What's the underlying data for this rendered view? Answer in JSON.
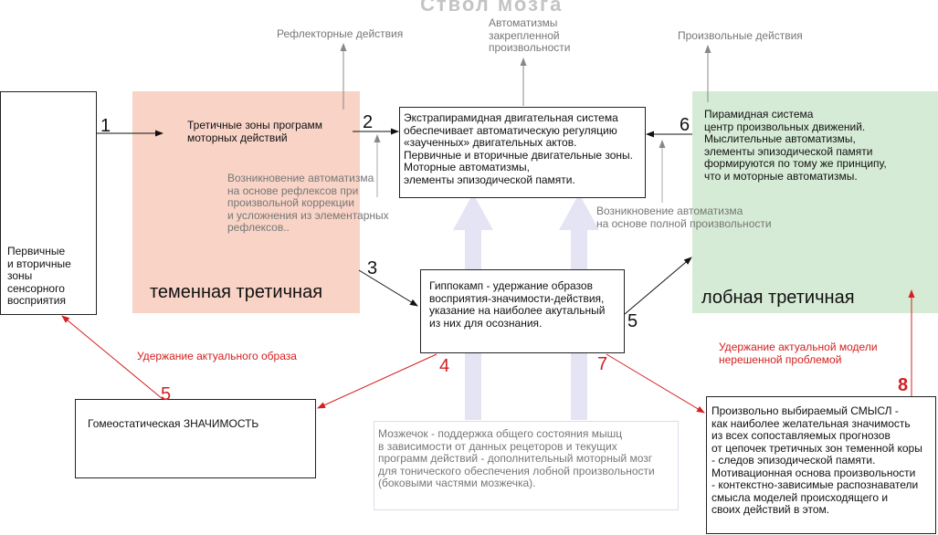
{
  "top_title": "Ствол мозга",
  "labels": {
    "reflex_actions": "Рефлекторные действия",
    "automatisms": "Автоматизмы\nзакрепленной\nпроизвольности",
    "voluntary_actions": "Произвольные действия",
    "auto_reflex": "Возникновение автоматизма\nна основе рефлексов при\nпроизвольной коррекции\nи усложнения из элементарных\nрефлексов..",
    "auto_full": "Возникновение автоматизма\nна основе полной произвольности",
    "hold_image": "Удержание актуального образа",
    "hold_model": "Удержание актуальной модели\nнерешенной проблемой"
  },
  "boxes": {
    "sensory": "Первичные\nи вторичные\nзоны\nсенсорного\nвосприятия",
    "parietal_text": "Третичные зоны программ\nмоторных действий",
    "parietal_title": "теменная третичная",
    "extrapyramidal": "Экстрапирамидная двигательная система\nобеспечивает автоматическую регуляцию\n«заученных» двигательных актов.\nПервичные и вторичные двигательные зоны.\nМоторные автоматизмы,\nэлементы эпизодической памяти.",
    "frontal_text": "Пирамидная система\nцентр произвольных движений.\nМыслительные автоматизмы,\nэлементы эпизодической памяти\nформируются по тому же принципу,\nчто и моторные автоматизмы.",
    "frontal_title": "лобная третичная",
    "hippocampus": "Гиппокамп - удержание образов\nвосприятия-значимости-действия,\nуказание на наиболее акутальный\nиз них для осознания.",
    "homeostatic": "Гомеостатическая ЗНАЧИМОСТЬ",
    "cerebellum": "Мозжечок - поддержка общего состояния мышц\nв зависимости от данных рецеторов и текущих\nпрограмм действий - дополнительный моторный мозг\nдля тонического обеспечения лобной произвольности\n(боковыми частями мозжечка).",
    "meaning": "Произвольно выбираемый СМЫСЛ -\nкак наиболее желательная значимость\nиз всех сопоставляемых прогнозов\nот цепочек третичных зон теменной коры\n- следов эпизодической памяти.\nМотивационная основа произвольности\n- контекстно-зависимые распознаватели\nсмысла моделей происходящего и\nсвоих действий в этом."
  },
  "numbers": {
    "n1": "1",
    "n2": "2",
    "n3": "3",
    "n4": "4",
    "n5a": "5",
    "n5b": "5",
    "n6": "6",
    "n7": "7",
    "n8": "8"
  },
  "colors": {
    "parietal_fill": "#f8d3c6",
    "frontal_fill": "#d6ebd6",
    "red": "#d42020",
    "gray": "#777777",
    "lavender": "#e4e4f4"
  }
}
